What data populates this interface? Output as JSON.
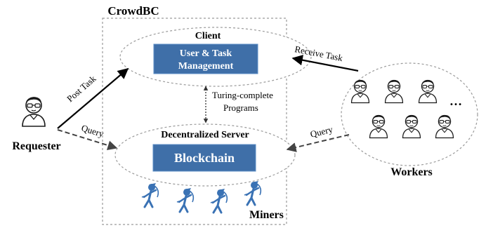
{
  "system": {
    "title": "CrowdBC"
  },
  "client": {
    "title": "Client",
    "module_line1": "User & Task",
    "module_line2": "Management"
  },
  "server": {
    "title": "Decentralized Server",
    "module": "Blockchain"
  },
  "link": {
    "line1": "Turing-complete",
    "line2": "Programs"
  },
  "requester": {
    "label": "Requester"
  },
  "workers": {
    "label": "Workers",
    "ellipsis": "…"
  },
  "miners": {
    "label": "Miners"
  },
  "edges": {
    "post_task": "Post Task",
    "query_left": "Query",
    "receive_task": "Receive Task",
    "query_right": "Query"
  },
  "colors": {
    "module_fill": "#3f6fa8",
    "module_stroke": "#5b8cc6",
    "miner_blue": "#3a72b4",
    "frame_stroke": "#9a9a9a",
    "ink": "#000000"
  }
}
